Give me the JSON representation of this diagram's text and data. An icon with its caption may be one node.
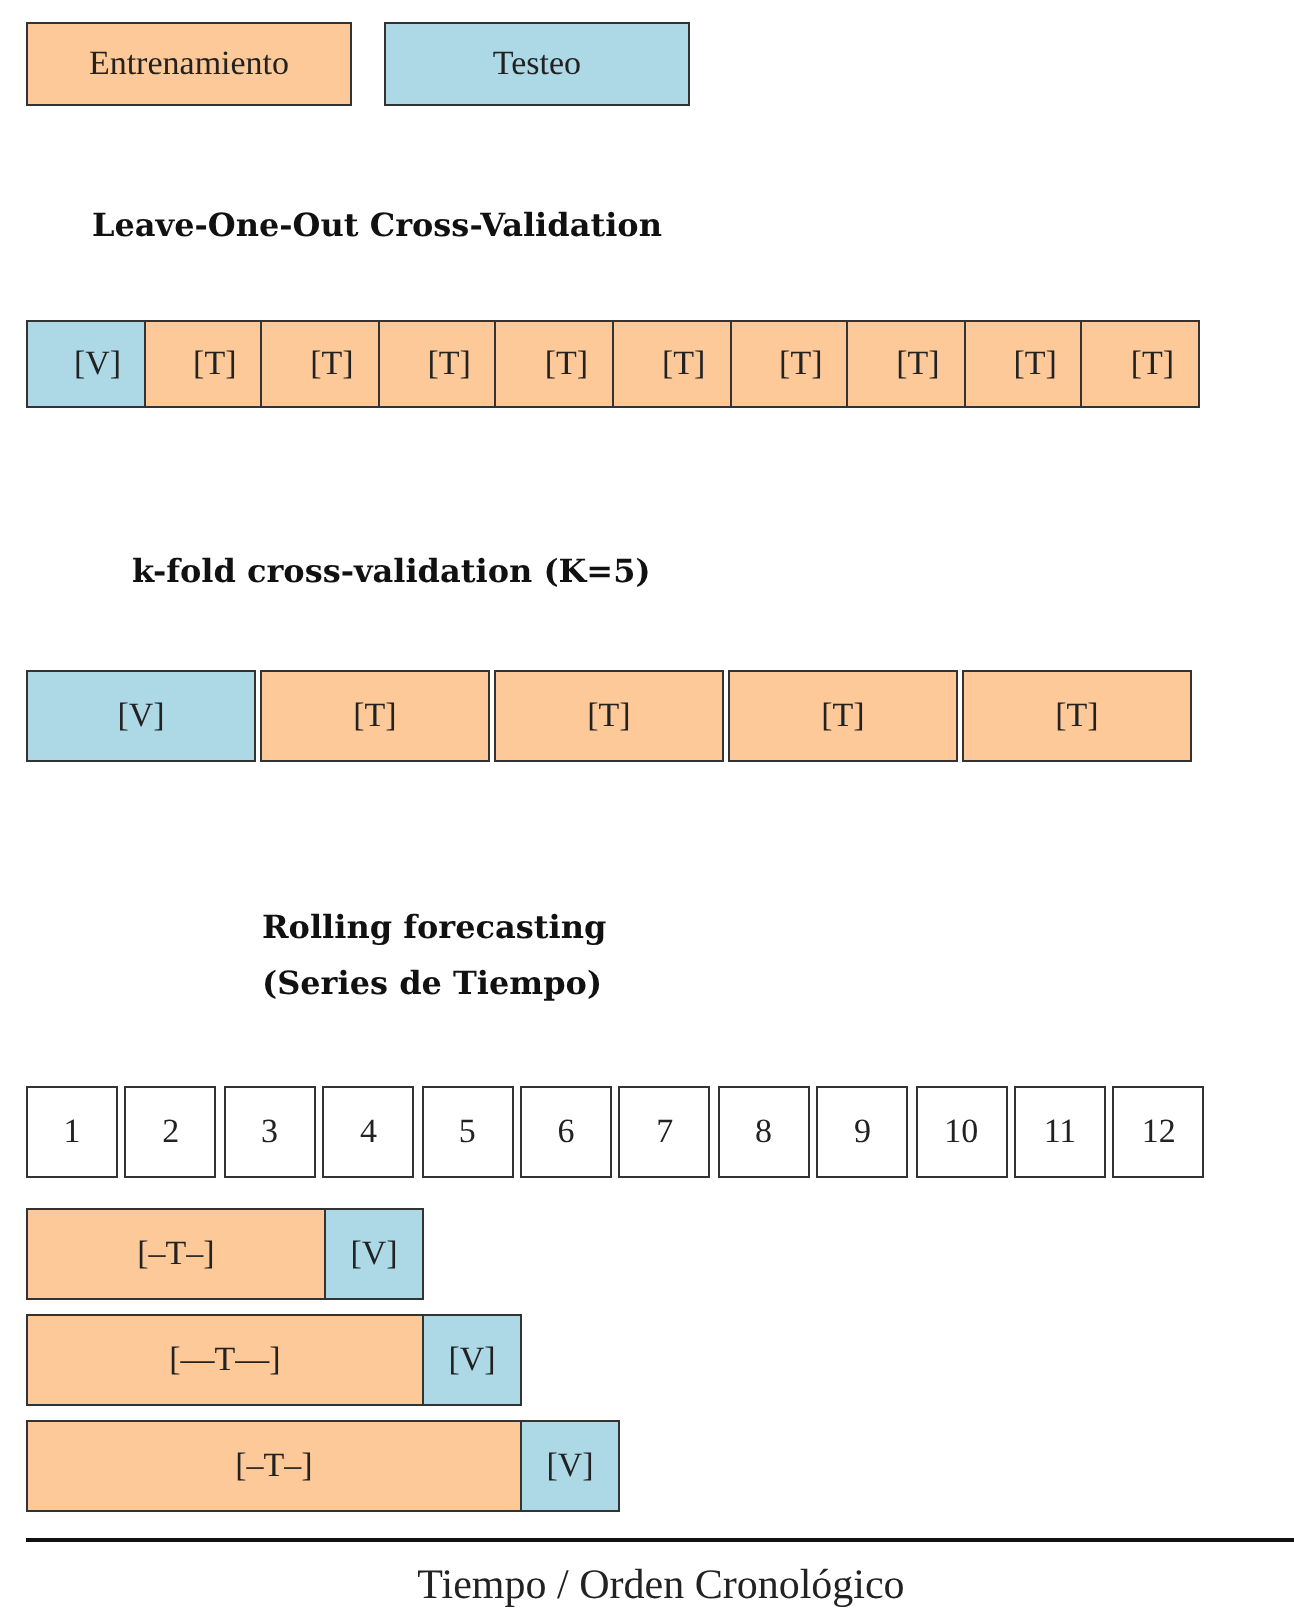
{
  "diagram": {
    "nodes": [
      {
        "text": [
          "[V]"
        ]
      },
      {
        "text": [
          "[T]"
        ]
      },
      {
        "text": [
          "[T]"
        ]
      },
      {
        "text": [
          "[T]"
        ]
      },
      {
        "text": [
          "[T]"
        ]
      },
      {
        "text": [
          "[T]"
        ]
      },
      {
        "text": [
          "[T]"
        ]
      },
      {
        "text": [
          "[T]"
        ]
      },
      {
        "text": [
          "[T]"
        ]
      },
      {
        "text": [
          "[T]"
        ]
      },
      {
        "text": [
          "[V]"
        ]
      },
      {
        "text": [
          "[T]"
        ]
      },
      {
        "text": [
          "[T]"
        ]
      },
      {
        "text": [
          "[T]"
        ]
      },
      {
        "text": [
          "[T]"
        ]
      },
      {
        "text": [
          "1"
        ]
      },
      {
        "text": [
          "2"
        ]
      },
      {
        "text": [
          "3"
        ]
      },
      {
        "text": [
          "4"
        ]
      },
      {
        "text": [
          "5"
        ]
      },
      {
        "text": [
          "6"
        ]
      },
      {
        "text": [
          "7"
        ]
      },
      {
        "text": [
          "8"
        ]
      },
      {
        "text": [
          "9"
        ]
      },
      {
        "text": [
          "10"
        ]
      },
      {
        "text": [
          "11"
        ]
      },
      {
        "text": [
          "12"
        ]
      },
      {
        "text": [
          "[–T–]"
        ]
      },
      {
        "text": [
          "[V]"
        ]
      },
      {
        "text": [
          "[—T—]"
        ]
      },
      {
        "text": [
          "[V]"
        ]
      },
      {
        "text": [
          "[–T–]"
        ]
      },
      {
        "text": [
          "[V]"
        ]
      }
    ],
    "edges": [],
    "labels": [
      "Leave-One-Out Cross-Validation",
      "k-fold cross-validation (K=5)",
      "Rolling forecasting (Series de Tiempo)",
      "Tiempo / Orden Cronológico"
    ],
    "legend": [
      {
        "text": "Entrenamiento",
        "color": "#fdc998"
      },
      {
        "text": "Testeo",
        "color": "#add8e6"
      }
    ]
  }
}
